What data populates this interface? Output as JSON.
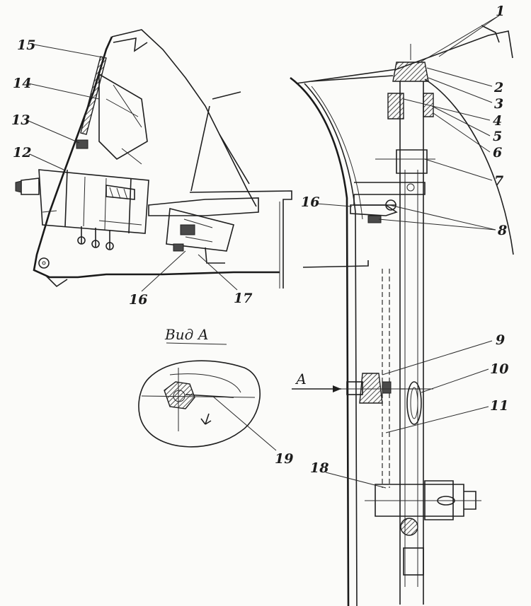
{
  "view_label": "Вид А",
  "arrow_label": "А",
  "callouts": [
    "1",
    "2",
    "3",
    "4",
    "5",
    "6",
    "7",
    "8",
    "9",
    "10",
    "11",
    "12",
    "13",
    "14",
    "15",
    "16",
    "16",
    "17",
    "18",
    "19"
  ]
}
